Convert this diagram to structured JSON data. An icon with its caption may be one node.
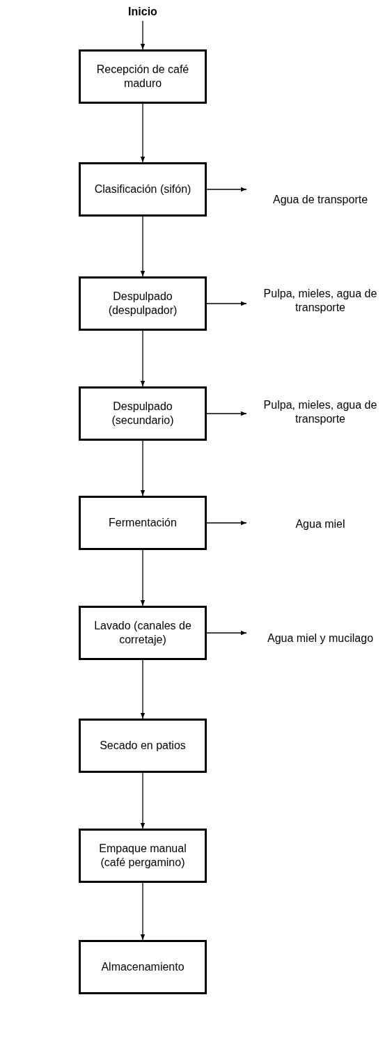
{
  "diagram": {
    "nodes": [
      {
        "text": [
          "Inicio"
        ]
      },
      {
        "text": [
          "Recepción de café maduro"
        ]
      },
      {
        "text": [
          "Clasificación (sifón)"
        ]
      },
      {
        "text": [
          "Despulpado (despulpador)"
        ]
      },
      {
        "text": [
          "Despulpado (secundario)"
        ]
      },
      {
        "text": [
          "Fermentación"
        ]
      },
      {
        "text": [
          "Lavado (canales de corretaje)"
        ]
      },
      {
        "text": [
          "Secado en patios"
        ]
      },
      {
        "text": [
          "Empaque manual (café pergamino)"
        ]
      },
      {
        "text": [
          "Almacenamiento"
        ]
      },
      {
        "text": [
          "Agua de transporte"
        ]
      },
      {
        "text": [
          "Pulpa, mieles, agua de transporte"
        ]
      },
      {
        "text": [
          "Pulpa, mieles, agua de transporte"
        ]
      },
      {
        "text": [
          "Agua miel"
        ]
      },
      {
        "text": [
          "Agua miel y mucilago"
        ]
      }
    ],
    "edges": [
      {
        "from": 0,
        "to": 1,
        "arrow": "to"
      },
      {
        "from": 1,
        "to": 2,
        "arrow": "to"
      },
      {
        "from": 2,
        "to": 3,
        "arrow": "to"
      },
      {
        "from": 3,
        "to": 4,
        "arrow": "to"
      },
      {
        "from": 4,
        "to": 5,
        "arrow": "to"
      },
      {
        "from": 5,
        "to": 6,
        "arrow": "to"
      },
      {
        "from": 6,
        "to": 7,
        "arrow": "to"
      },
      {
        "from": 7,
        "to": 8,
        "arrow": "to"
      },
      {
        "from": 8,
        "to": 9,
        "arrow": "to"
      },
      {
        "from": 2,
        "to": 10,
        "arrow": "to"
      },
      {
        "from": 3,
        "to": 11,
        "arrow": "to"
      },
      {
        "from": 4,
        "to": 12,
        "arrow": "to"
      },
      {
        "from": 5,
        "to": 13,
        "arrow": "to"
      },
      {
        "from": 6,
        "to": 14,
        "arrow": "to"
      }
    ]
  }
}
